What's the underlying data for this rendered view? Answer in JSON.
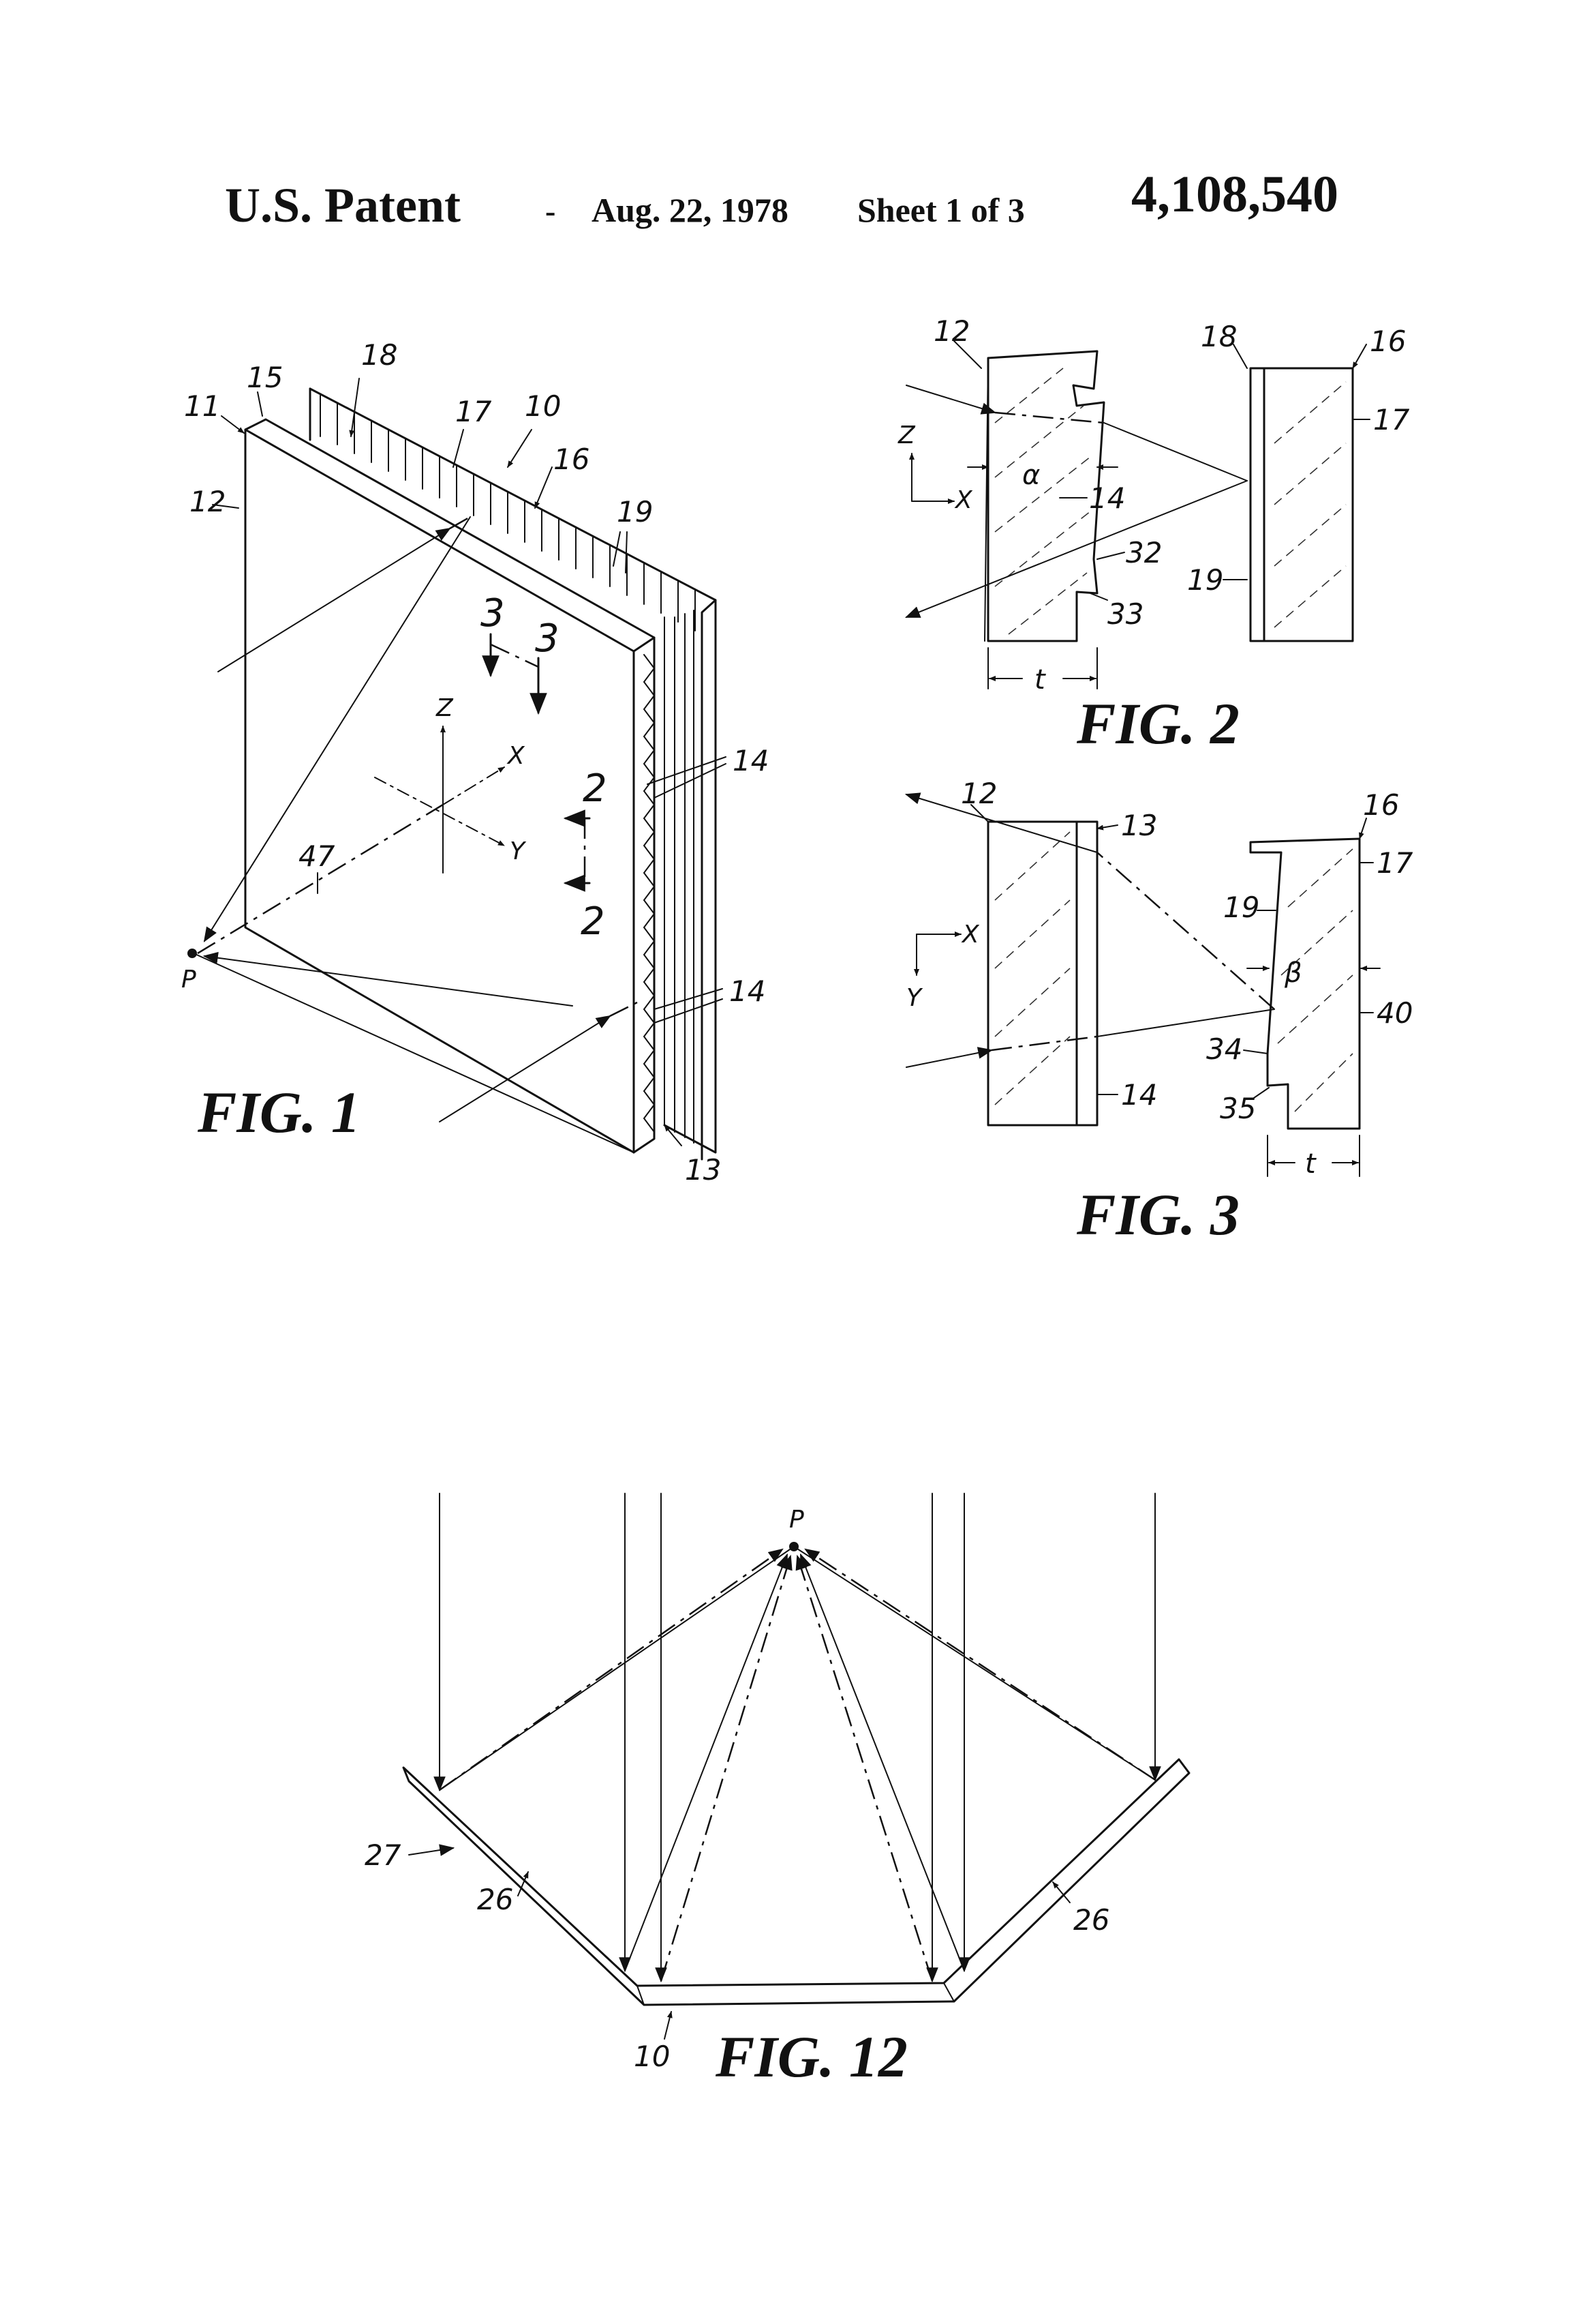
{
  "header": {
    "title": "U.S. Patent",
    "date": "Aug. 22, 1978",
    "sheet": "Sheet 1 of 3",
    "number": "4,108,540"
  },
  "fig1": {
    "caption": "FIG. 1",
    "refs": {
      "r10": "10",
      "r11": "11",
      "r12": "12",
      "r13": "13",
      "r14a": "14",
      "r14b": "14",
      "r15": "15",
      "r16": "16",
      "r17": "17",
      "r18": "18",
      "r19": "19",
      "r47": "47"
    },
    "axes": {
      "z": "Z",
      "x": "X",
      "y": "Y"
    },
    "point": "P",
    "sections": {
      "s3a": "3",
      "s3b": "3",
      "s2a": "2",
      "s2b": "2"
    }
  },
  "fig2": {
    "caption": "FIG. 2",
    "refs": {
      "r12": "12",
      "r14": "14",
      "r16": "16",
      "r17": "17",
      "r18": "18",
      "r19": "19",
      "r32": "32",
      "r33": "33"
    },
    "axes": {
      "z": "Z",
      "x": "X"
    },
    "angle": "α",
    "thickness": "t"
  },
  "fig3": {
    "caption": "FIG. 3",
    "refs": {
      "r12": "12",
      "r13": "13",
      "r14": "14",
      "r16": "16",
      "r17": "17",
      "r19": "19",
      "r34": "34",
      "r35": "35",
      "r40": "40"
    },
    "axes": {
      "x": "X",
      "y": "Y"
    },
    "angle": "β",
    "thickness": "t"
  },
  "fig12": {
    "caption": "FIG. 12",
    "point": "P",
    "refs": {
      "r10": "10",
      "r26a": "26",
      "r26b": "26",
      "r27": "27"
    }
  }
}
